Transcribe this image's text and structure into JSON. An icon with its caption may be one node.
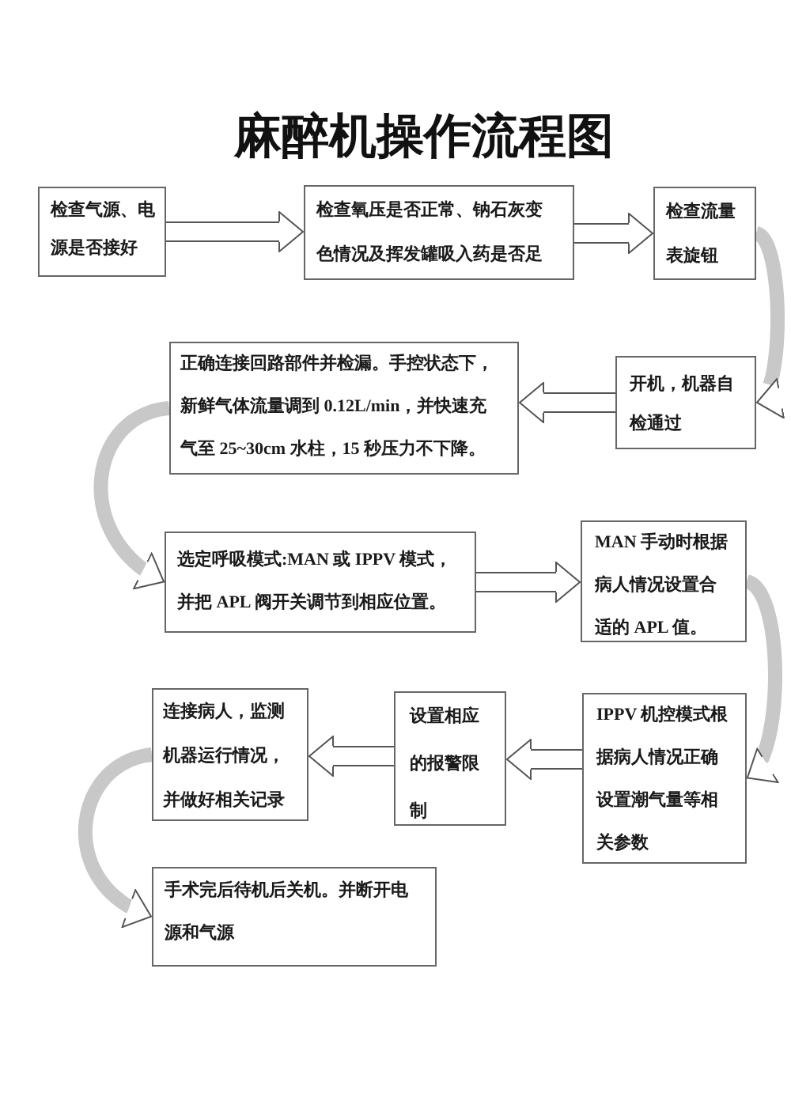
{
  "diagram": {
    "title": "麻醉机操作流程图",
    "nodes": [
      {
        "text": [
          "检查气源、电源是否接好"
        ]
      },
      {
        "text": [
          "检查氧压是否正常、钠石灰变色情况及挥发罐吸入药是否足"
        ]
      },
      {
        "text": [
          "检查流量表旋钮"
        ]
      },
      {
        "text": [
          "正确连接回路部件并检漏。手控状态下，新鲜气体流量调到 0.12L/min，并快速充气至 25~30cm 水柱，15 秒压力不下降。"
        ]
      },
      {
        "text": [
          "开机，机器自检通过"
        ]
      },
      {
        "text": [
          "选定呼吸模式:MAN 或 IPPV 模式，并把 APL 阀开关调节到相应位置。"
        ]
      },
      {
        "text": [
          "MAN 手动时根据病人情况设置合适的 APL 值。"
        ]
      },
      {
        "text": [
          "连接病人，监测机器运行情况，并做好相关记录"
        ]
      },
      {
        "text": [
          "设置相应的报警限制"
        ]
      },
      {
        "text": [
          "IPPV 机控模式根据病人情况正确设置潮气量等相关参数"
        ]
      },
      {
        "text": [
          "手术完后待机后关机。并断开电源和气源"
        ]
      }
    ],
    "edges": [
      {
        "from": 0,
        "to": 1,
        "arrow": "to"
      },
      {
        "from": 1,
        "to": 2,
        "arrow": "to"
      },
      {
        "from": 2,
        "to": 4,
        "arrow": "to",
        "color": "#c8c8c8"
      },
      {
        "from": 4,
        "to": 3,
        "arrow": "to"
      },
      {
        "from": 3,
        "to": 5,
        "arrow": "to",
        "color": "#c8c8c8"
      },
      {
        "from": 5,
        "to": 6,
        "arrow": "to"
      },
      {
        "from": 6,
        "to": 9,
        "arrow": "to",
        "color": "#c8c8c8"
      },
      {
        "from": 9,
        "to": 8,
        "arrow": "to"
      },
      {
        "from": 8,
        "to": 7,
        "arrow": "to"
      },
      {
        "from": 7,
        "to": 10,
        "arrow": "to",
        "color": "#c8c8c8"
      }
    ]
  }
}
